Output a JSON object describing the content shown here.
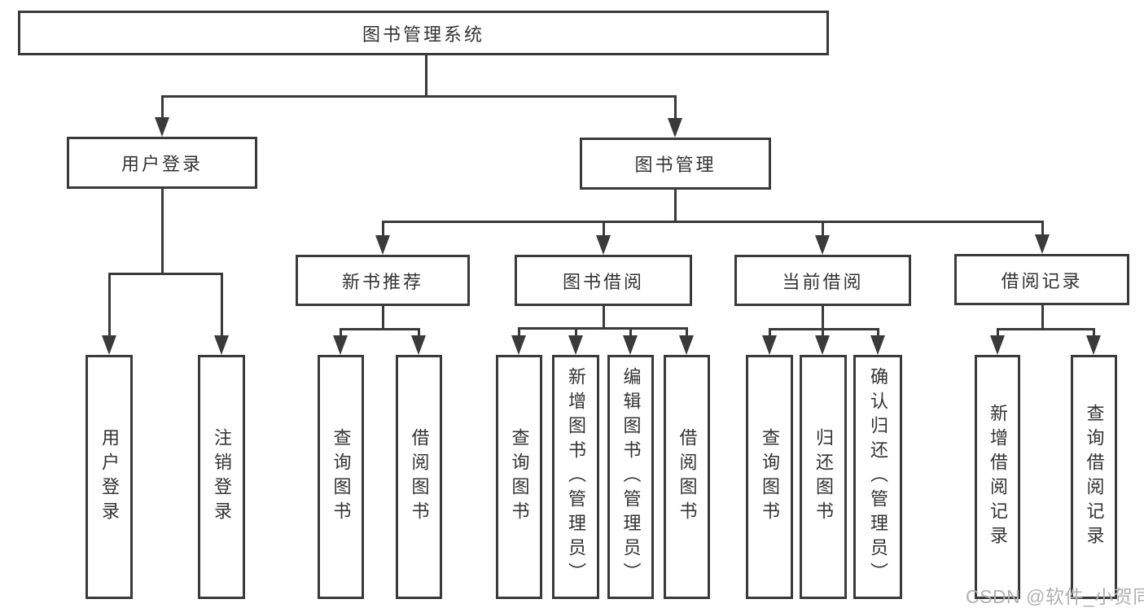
{
  "diagram": {
    "root": {
      "label": "图书管理系统"
    },
    "branches": [
      {
        "label": "用户登录",
        "children": [
          {
            "label": "用户登录"
          },
          {
            "label": "注销登录"
          }
        ]
      },
      {
        "label": "图书管理",
        "children": [
          {
            "label": "新书推荐",
            "children": [
              {
                "label": "查询图书"
              },
              {
                "label": "借阅图书"
              }
            ]
          },
          {
            "label": "图书借阅",
            "children": [
              {
                "label": "查询图书"
              },
              {
                "label": "新增图书（管理员）"
              },
              {
                "label": "编辑图书（管理员）"
              },
              {
                "label": "借阅图书"
              }
            ]
          },
          {
            "label": "当前借阅",
            "children": [
              {
                "label": "查询图书"
              },
              {
                "label": "归还图书"
              },
              {
                "label": "确认归还（管理员）"
              }
            ]
          },
          {
            "label": "借阅记录",
            "children": [
              {
                "label": "新增借阅记录"
              },
              {
                "label": "查询借阅记录"
              }
            ]
          }
        ]
      }
    ],
    "watermark": {
      "text": "CSDN @软件_小贺同学"
    },
    "colors": {
      "line": "#3a3a3a",
      "text": "#333333",
      "watermark": "#b1b1b1",
      "background": "#ffffff"
    }
  }
}
